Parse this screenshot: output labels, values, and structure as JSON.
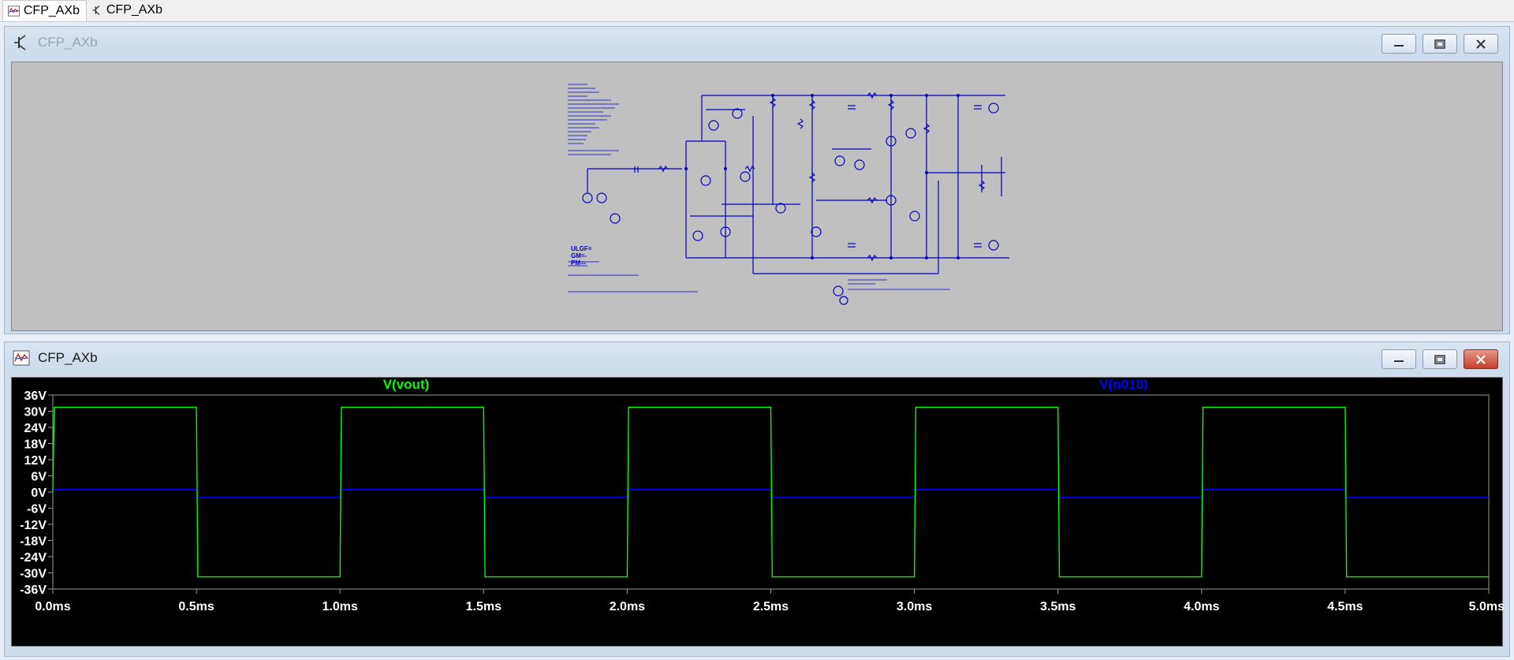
{
  "tabs": [
    {
      "label": "CFP_AXb",
      "icon": "waveform-icon",
      "active": true
    },
    {
      "label": "CFP_AXb",
      "icon": "schematic-icon",
      "active": false
    }
  ],
  "schematic_window": {
    "title": "CFP_AXb",
    "icon": "transistor-icon",
    "annotations": {
      "ulgf": "ULGF=",
      "gm": "GM=-",
      "pm": "PM=-"
    }
  },
  "plot_window": {
    "title": "CFP_AXb",
    "icon": "waveform-icon",
    "trace_labels": [
      "V(vout)",
      "V(n018)"
    ],
    "trace_colors": [
      "#00ff00",
      "#0000ff"
    ]
  },
  "chart_data": {
    "type": "line",
    "title": "",
    "xlabel": "",
    "ylabel": "",
    "xlim": [
      0,
      5.0
    ],
    "ylim": [
      -36,
      36
    ],
    "x_ticks": [
      "0.0ms",
      "0.5ms",
      "1.0ms",
      "1.5ms",
      "2.0ms",
      "2.5ms",
      "3.0ms",
      "3.5ms",
      "4.0ms",
      "4.5ms",
      "5.0ms"
    ],
    "y_ticks": [
      "36V",
      "30V",
      "24V",
      "18V",
      "12V",
      "6V",
      "0V",
      "-6V",
      "-12V",
      "-18V",
      "-24V",
      "-30V",
      "-36V"
    ],
    "series": [
      {
        "name": "V(vout)",
        "color": "#00ff00",
        "x": [
          0,
          0.005,
          0.5,
          0.505,
          1.0,
          1.005,
          1.5,
          1.505,
          2.0,
          2.005,
          2.5,
          2.505,
          3.0,
          3.005,
          3.5,
          3.505,
          4.0,
          4.005,
          4.5,
          4.505,
          5.0
        ],
        "y": [
          0,
          31.5,
          31.5,
          -31.5,
          -31.5,
          31.5,
          31.5,
          -31.5,
          -31.5,
          31.5,
          31.5,
          -31.5,
          -31.5,
          31.5,
          31.5,
          -31.5,
          -31.5,
          31.5,
          31.5,
          -31.5,
          -31.5
        ]
      },
      {
        "name": "V(n018)",
        "color": "#0000ff",
        "x": [
          0,
          0.5,
          0.505,
          1.0,
          1.005,
          1.5,
          1.505,
          2.0,
          2.005,
          2.5,
          2.505,
          3.0,
          3.005,
          3.5,
          3.505,
          4.0,
          4.005,
          4.5,
          4.505,
          5.0
        ],
        "y": [
          1.0,
          1.0,
          -2.0,
          -2.0,
          1.0,
          1.0,
          -2.0,
          -2.0,
          1.0,
          1.0,
          -2.0,
          -2.0,
          1.0,
          1.0,
          -2.0,
          -2.0,
          1.0,
          1.0,
          -2.0,
          -2.0
        ]
      }
    ],
    "grid": false,
    "legend": "top"
  }
}
